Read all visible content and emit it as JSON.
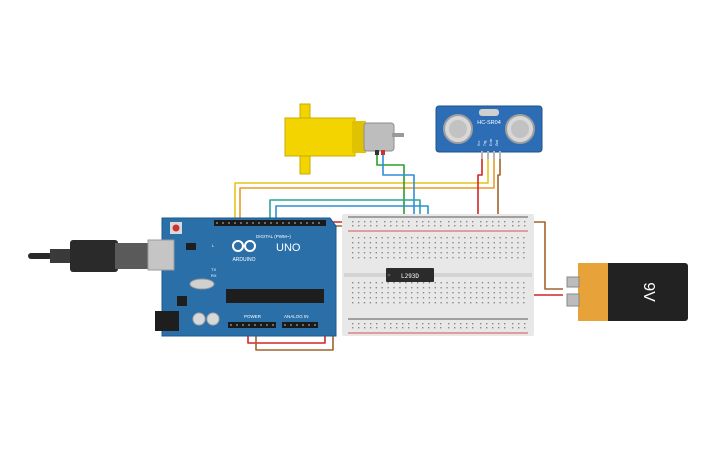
{
  "canvas": {
    "background": "#ffffff"
  },
  "arduino": {
    "model_label": "UNO",
    "brand_label": "ARDUINO",
    "digital_label": "DIGITAL (PWM~)",
    "power_label": "POWER",
    "analog_label": "ANALOG IN",
    "pin_tx": "TX",
    "pin_rx": "RX",
    "pin_l": "L",
    "board_color": "#2b6fa8",
    "icon": "arduino-infinity-logo"
  },
  "usb_cable": {
    "icon": "usb-b-plug"
  },
  "sensor": {
    "label": "HC-SR04",
    "pins": [
      "Vcc",
      "Trig",
      "Echo",
      "Gnd"
    ],
    "color": "#2d6db5"
  },
  "motor": {
    "icon": "dc-gear-motor",
    "color": "#f3d400"
  },
  "driver_chip": {
    "label": "L293D"
  },
  "battery": {
    "label": "9V",
    "icon": "9v-battery",
    "colors": {
      "body": "#222222",
      "cap": "#e8a23a"
    }
  },
  "breadboard": {
    "color": "#e8e8e8",
    "rail_positive": "#d62020",
    "rail_negative": "#2a2a2a"
  },
  "wire_colors": {
    "red": "#d32525",
    "brown": "#a0642d",
    "orange": "#e79a2c",
    "yellow": "#e6c31b",
    "green": "#2aa02a",
    "blue": "#2d8fd6",
    "teal": "#2aa59b"
  }
}
